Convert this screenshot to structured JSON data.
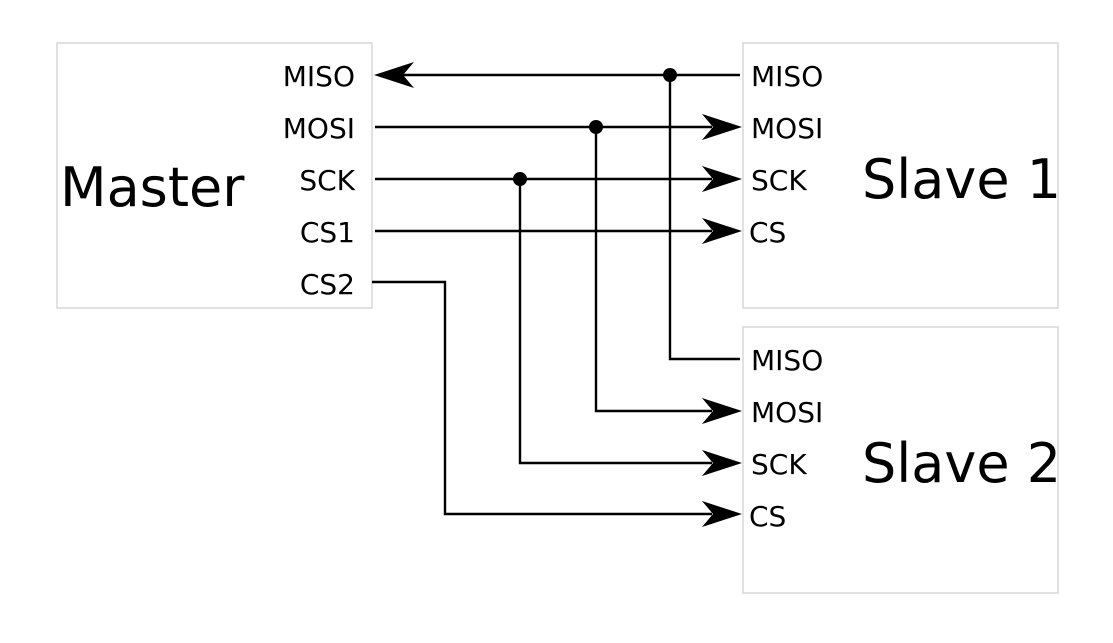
{
  "master": {
    "title": "Master",
    "pins": [
      "MISO",
      "MOSI",
      "SCK",
      "CS1",
      "CS2"
    ]
  },
  "slave1": {
    "title": "Slave 1",
    "pins": [
      "MISO",
      "MOSI",
      "SCK",
      "CS"
    ]
  },
  "slave2": {
    "title": "Slave 2",
    "pins": [
      "MISO",
      "MOSI",
      "SCK",
      "CS"
    ]
  },
  "colors": {
    "wire": "#000000",
    "box_border": "#d7d7d7",
    "background": "#ffffff"
  }
}
